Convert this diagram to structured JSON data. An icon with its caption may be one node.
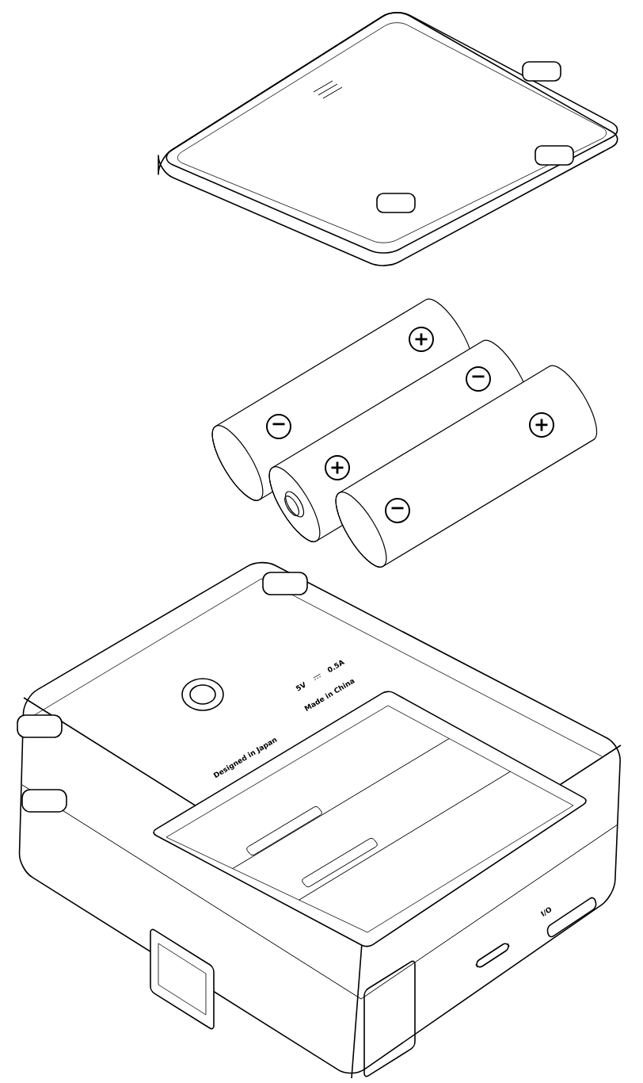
{
  "diagram": {
    "labels": [
      "+",
      "−",
      "−",
      "+",
      "+",
      "−",
      "5V",
      "0.5A",
      "Made in China",
      "Designed in Japan",
      "I/O"
    ]
  }
}
